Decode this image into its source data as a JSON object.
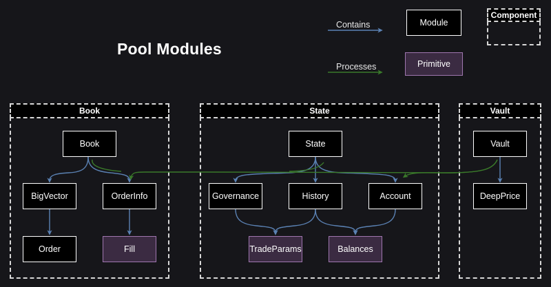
{
  "page": {
    "title": "Pool Modules",
    "background": "#16161a"
  },
  "colors": {
    "contains_arrow": "#5b82b4",
    "processes_arrow": "#3a7a2a",
    "module_fill": "#000000",
    "module_border": "#ffffff",
    "primitive_fill": "#3b2b42",
    "primitive_border": "#a077b0",
    "group_border": "#d8d8d8"
  },
  "legend": {
    "items": [
      {
        "label": "Contains",
        "kind": "arrow",
        "color": "#5b82b4"
      },
      {
        "label": "Processes",
        "kind": "arrow",
        "color": "#3a7a2a"
      }
    ],
    "shapes": [
      {
        "label": "Module",
        "kind": "module"
      },
      {
        "label": "Primitive",
        "kind": "primitive"
      }
    ],
    "component": {
      "label": "Component"
    }
  },
  "groups": [
    {
      "id": "book",
      "title": "Book"
    },
    {
      "id": "state",
      "title": "State"
    },
    {
      "id": "vault",
      "title": "Vault"
    }
  ],
  "nodes": {
    "book": "Book",
    "bigvector": "BigVector",
    "orderinfo": "OrderInfo",
    "order": "Order",
    "fill": "Fill",
    "state": "State",
    "governance": "Governance",
    "history": "History",
    "account": "Account",
    "tradeparams": "TradeParams",
    "balances": "Balances",
    "vault": "Vault",
    "deepprice": "DeepPrice"
  },
  "edges": [
    {
      "from": "Book",
      "to": "BigVector",
      "type": "Contains"
    },
    {
      "from": "Book",
      "to": "OrderInfo",
      "type": "Contains"
    },
    {
      "from": "BigVector",
      "to": "Order",
      "type": "Contains"
    },
    {
      "from": "OrderInfo",
      "to": "Fill",
      "type": "Contains"
    },
    {
      "from": "State",
      "to": "Governance",
      "type": "Contains"
    },
    {
      "from": "State",
      "to": "History",
      "type": "Contains"
    },
    {
      "from": "State",
      "to": "Account",
      "type": "Contains"
    },
    {
      "from": "Governance",
      "to": "TradeParams",
      "type": "Contains"
    },
    {
      "from": "History",
      "to": "TradeParams",
      "type": "Contains"
    },
    {
      "from": "History",
      "to": "Balances",
      "type": "Contains"
    },
    {
      "from": "Account",
      "to": "Balances",
      "type": "Contains"
    },
    {
      "from": "Vault",
      "to": "DeepPrice",
      "type": "Contains"
    },
    {
      "from": "Vault",
      "to": "Account",
      "type": "Processes"
    },
    {
      "from": "Vault",
      "to": "OrderInfo",
      "type": "Processes"
    }
  ]
}
